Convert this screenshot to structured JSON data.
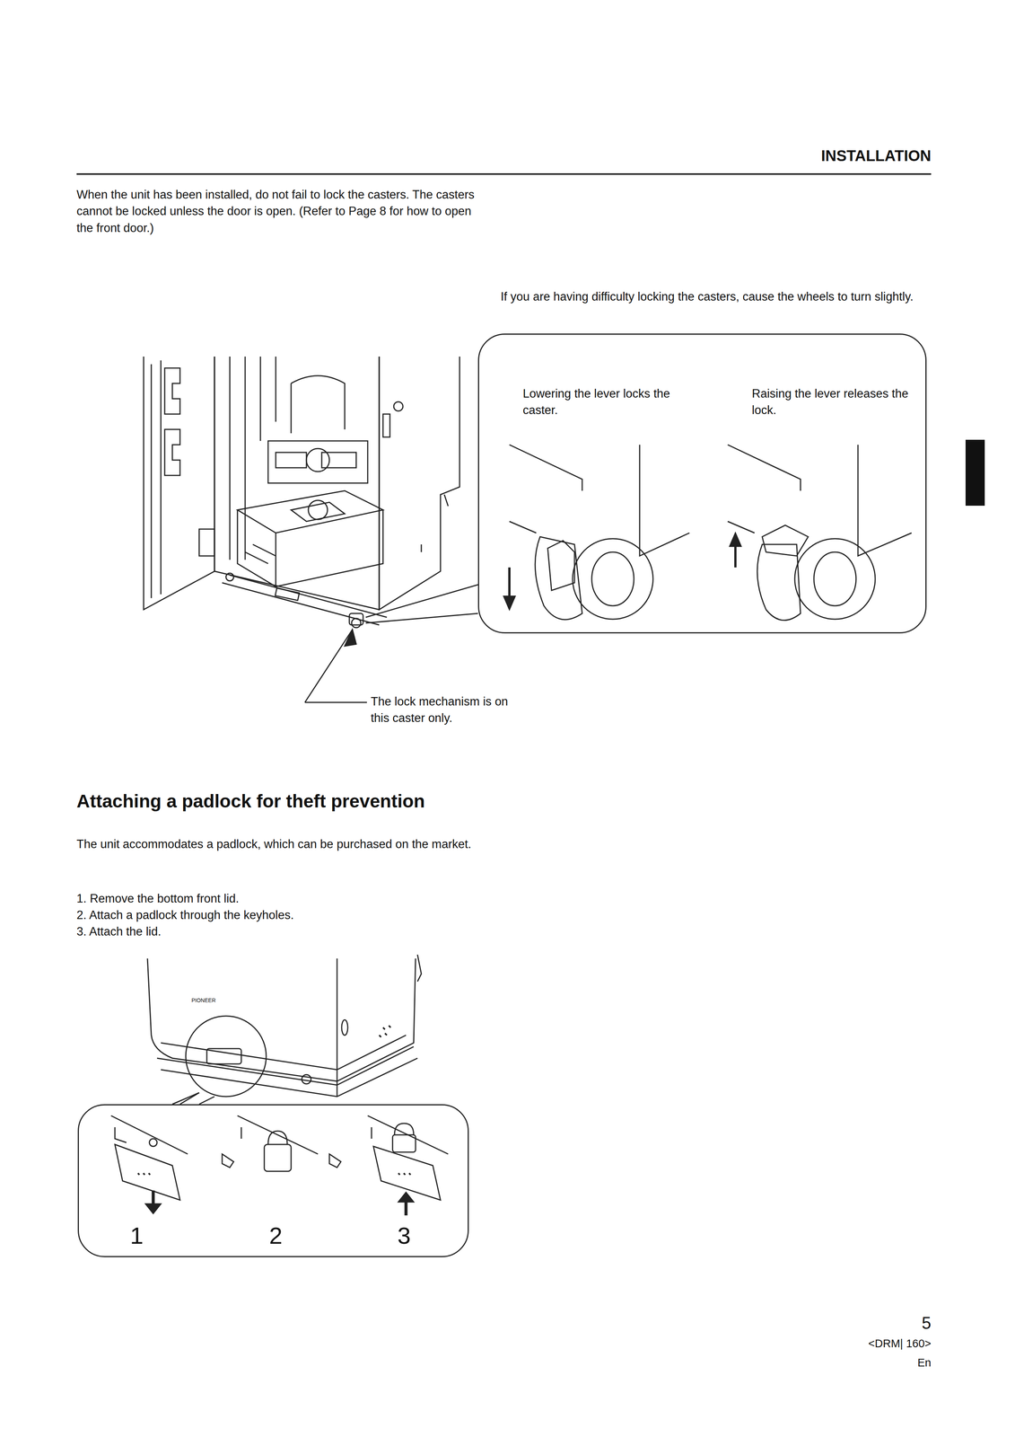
{
  "diagram": {
    "nodes": [
      {
        "text": [
          "Lowering the lever locks the caster.",
          "Raising the lever releases the lock."
        ]
      },
      {
        "text": [
          "1",
          "2",
          "3"
        ]
      }
    ],
    "labels": [
      "INSTALLATION",
      "When the unit has been installed, do not fail to lock the casters. The casters cannot be locked unless the door is open. (Refer to Page 8 for how to open the front door.)",
      "If you are having difficulty locking the casters, cause the wheels to turn slightly.",
      "The lock mechanism is on this caster only.",
      "Attaching a padlock for theft prevention",
      "The unit accommodates a padlock, which can be purchased on the market.",
      "1. Remove the bottom front lid.",
      "2. Attach a padlock through the keyholes.",
      "3. Attach the lid.",
      "PIONEER",
      "5",
      "<DRM| 160>",
      "En"
    ]
  }
}
